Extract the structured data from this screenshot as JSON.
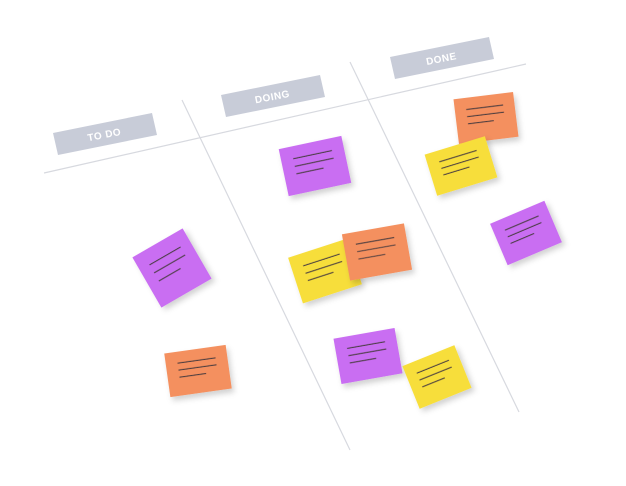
{
  "board": {
    "colors": {
      "purple": "#c96ef2",
      "orange": "#f4905e",
      "yellow": "#f7de3a",
      "header_bg": "#c8ccd8",
      "line": "#d7d9df",
      "note_text_line": "#4a3d40"
    },
    "columns": [
      {
        "label": "TO DO"
      },
      {
        "label": "DOING"
      },
      {
        "label": "DONE"
      }
    ],
    "notes": [
      {
        "column": "TO DO",
        "color": "purple"
      },
      {
        "column": "TO DO",
        "color": "orange"
      },
      {
        "column": "DOING",
        "color": "purple"
      },
      {
        "column": "DOING",
        "color": "yellow"
      },
      {
        "column": "DOING",
        "color": "orange"
      },
      {
        "column": "DOING",
        "color": "purple"
      },
      {
        "column": "DOING",
        "color": "yellow"
      },
      {
        "column": "DONE",
        "color": "orange"
      },
      {
        "column": "DONE",
        "color": "yellow"
      },
      {
        "column": "DONE",
        "color": "purple"
      }
    ]
  }
}
